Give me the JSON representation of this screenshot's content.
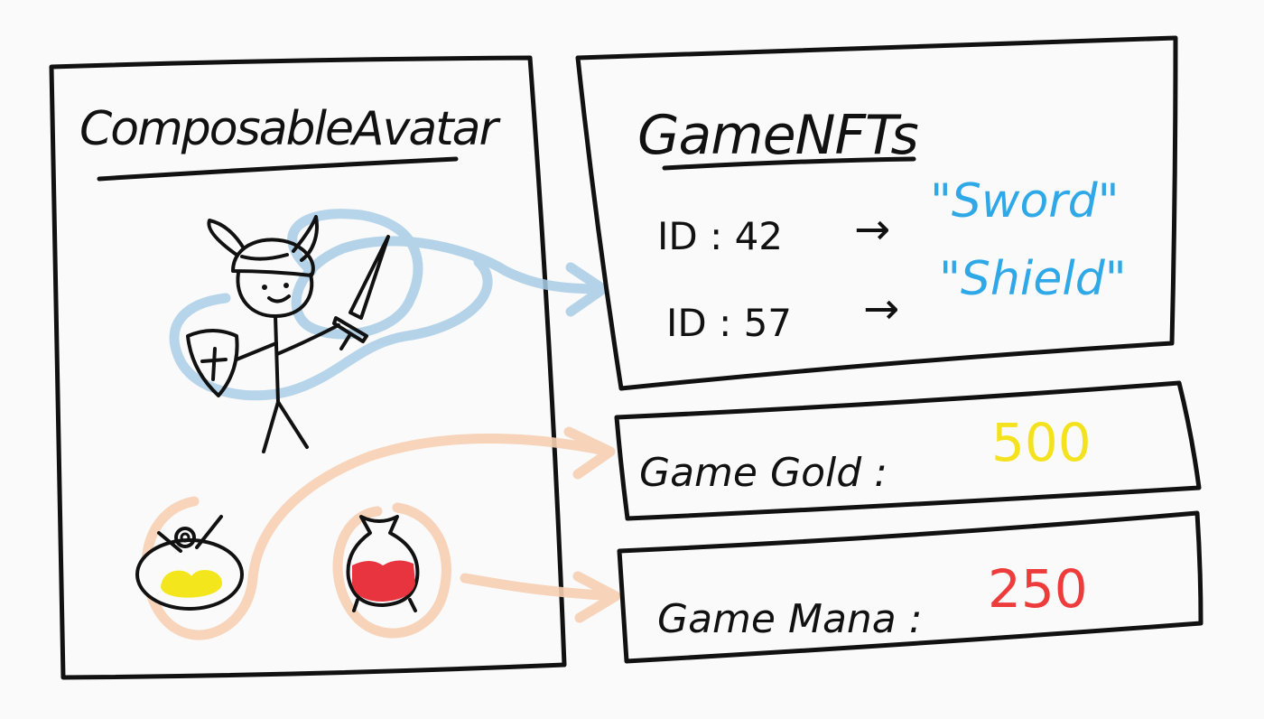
{
  "avatar_card": {
    "title": "ComposableAvatar"
  },
  "nft_card": {
    "title": "GameNFTs",
    "items": [
      {
        "id_label": "ID : 42",
        "arrow": "→",
        "value": "\"Sword\""
      },
      {
        "id_label": "ID : 57",
        "arrow": "→",
        "value": "\"Shield\""
      }
    ]
  },
  "gold_card": {
    "label": "Game Gold :",
    "value": "500"
  },
  "mana_card": {
    "label": "Game Mana :",
    "value": "250"
  },
  "colors": {
    "ink": "#111111",
    "nft_link": "#a9cde6",
    "nft_value": "#2fa8e8",
    "resource_link": "#f6cfb2",
    "gold": "#f5e21e",
    "mana": "#ee3b3b",
    "gold_fill": "#f4e61c",
    "potion_fill": "#e8343f"
  },
  "icons": [
    "viking-avatar-icon",
    "sword-icon",
    "shield-icon",
    "gold-pouch-icon",
    "mana-potion-icon"
  ]
}
